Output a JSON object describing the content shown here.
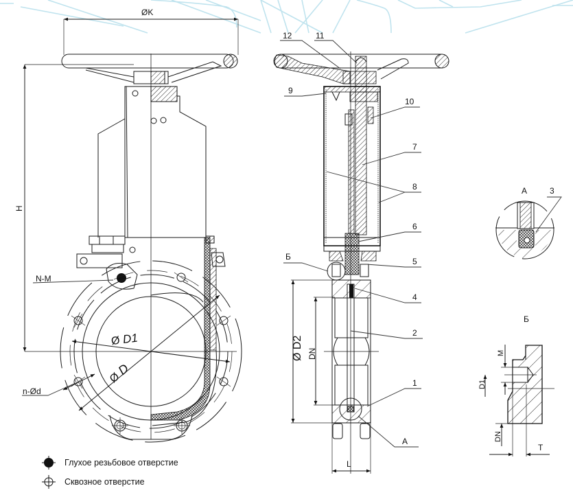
{
  "drawing": {
    "title": "Knife gate valve — general arrangement drawing",
    "dimensions": {
      "handwheel_diameter": "ØK",
      "height": "H",
      "thread_holes": "N-M",
      "bolt_holes": "n-Ød",
      "pcd": "D1",
      "flange_od": "D",
      "flange_d2": "D2",
      "nominal_diameter": "DN",
      "face_to_face": "L"
    },
    "phi_symbol": "Ø",
    "section_view": {
      "part_numbers": [
        "1",
        "2",
        "3",
        "4",
        "5",
        "6",
        "7",
        "8",
        "9",
        "10",
        "11",
        "12"
      ],
      "callout_A": "А",
      "callout_B": "Б"
    },
    "detail_A": {
      "title": "А",
      "part": "3"
    },
    "detail_B": {
      "title": "Б",
      "dims": {
        "m": "M",
        "d1": "D1",
        "dn": "DN",
        "t": "T"
      }
    }
  },
  "legend": {
    "items": [
      {
        "icon": "blind-threaded-hole-icon",
        "label": "Глухое резьбовое отверстие"
      },
      {
        "icon": "through-hole-icon",
        "label": "Сквозное отверстие"
      }
    ]
  },
  "colors": {
    "background_pattern": "#bfe3ee",
    "line": "#1a1a1a"
  }
}
